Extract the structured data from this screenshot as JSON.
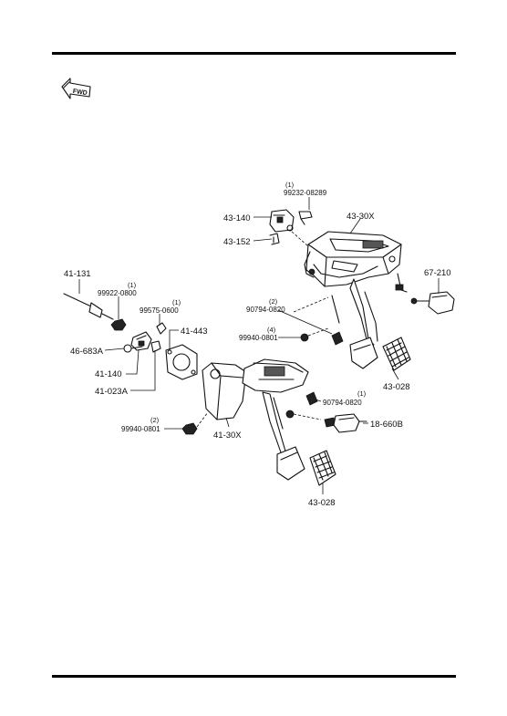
{
  "orientation": {
    "arrow_label": "FWD"
  },
  "parts": {
    "p43_140": "43-140",
    "p43_152": "43-152",
    "p99232": "99232-08289",
    "p99232_qty": "(1)",
    "p43_30x_top": "43-30X",
    "p67_210": "67-210",
    "p90794_top": "90794-0820",
    "p90794_top_qty": "(2)",
    "p99940_top": "99940-0801",
    "p99940_top_qty": "(4)",
    "p43_028_top": "43-028",
    "p41_131": "41-131",
    "p99922": "99922-0800",
    "p99922_qty": "(1)",
    "p99575": "99575-0600",
    "p99575_qty": "(1)",
    "p41_443": "41-443",
    "p46_683a": "46-683A",
    "p41_140": "41-140",
    "p41_023a": "41-023A",
    "p90794_bot": "90794-0820",
    "p90794_bot_qty": "(1)",
    "p99940_bot": "99940-0801",
    "p99940_bot_qty": "(2)",
    "p41_30x": "41-30X",
    "p18_660b": "18-660B",
    "p43_028_bot": "43-028"
  }
}
